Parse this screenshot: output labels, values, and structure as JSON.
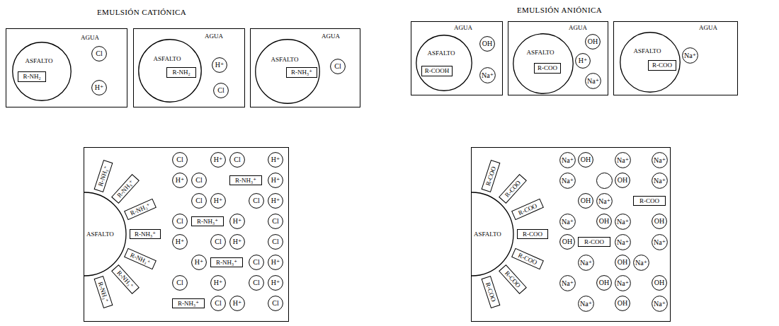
{
  "diagram": {
    "nodes": [
      {
        "text": [
          "AGUA"
        ]
      },
      {
        "text": [
          "ASFALTO"
        ],
        "in": 0
      },
      {
        "text": [
          "R-NH₂"
        ],
        "in": 1
      },
      {
        "text": [
          "Cl"
        ],
        "in": 0
      },
      {
        "text": [
          "H⁺"
        ],
        "in": 0
      },
      {
        "text": [
          "AGUA"
        ]
      },
      {
        "text": [
          "ASFALTO"
        ],
        "in": 5
      },
      {
        "text": [
          "R-NH₂"
        ],
        "in": 6
      },
      {
        "text": [
          "H⁺"
        ],
        "in": 5
      },
      {
        "text": [
          "Cl"
        ],
        "in": 5
      },
      {
        "text": [
          "AGUA"
        ]
      },
      {
        "text": [
          "ASFALTO"
        ],
        "in": 10
      },
      {
        "text": [
          "R-NH₃⁺"
        ],
        "in": 11
      },
      {
        "text": [
          "Cl"
        ],
        "in": 10
      },
      {
        "text": []
      },
      {
        "text": [
          "ASFALTO"
        ],
        "in": 14
      },
      {
        "text": [
          "R-NH₃⁺"
        ],
        "in": 14
      },
      {
        "text": [
          "R-NH₃⁺"
        ],
        "in": 14
      },
      {
        "text": [
          "R-NH₃⁺"
        ],
        "in": 14
      },
      {
        "text": [
          "R-NH₃⁺"
        ],
        "in": 14
      },
      {
        "text": [
          "R-NH₃⁺"
        ],
        "in": 14
      },
      {
        "text": [
          "R-NH₃⁺"
        ],
        "in": 14
      },
      {
        "text": [
          "R-NH₃⁺"
        ],
        "in": 14
      },
      {
        "text": [
          "Cl"
        ],
        "in": 14
      },
      {
        "text": [
          "H⁺"
        ],
        "in": 14
      },
      {
        "text": [
          "Cl"
        ],
        "in": 14
      },
      {
        "text": [
          "H⁺"
        ],
        "in": 14
      },
      {
        "text": [
          "H⁺"
        ],
        "in": 14
      },
      {
        "text": [
          "Cl"
        ],
        "in": 14
      },
      {
        "text": [
          "R-NH₃⁺"
        ],
        "in": 14
      },
      {
        "text": [
          "H⁺"
        ],
        "in": 14
      },
      {
        "text": [
          "Cl"
        ],
        "in": 14
      },
      {
        "text": [
          "H⁺"
        ],
        "in": 14
      },
      {
        "text": [
          "Cl"
        ],
        "in": 14
      },
      {
        "text": [
          "H⁺"
        ],
        "in": 14
      },
      {
        "text": [
          "Cl"
        ],
        "in": 14
      },
      {
        "text": [
          "R-NH₃⁺"
        ],
        "in": 14
      },
      {
        "text": [
          "H⁺"
        ],
        "in": 14
      },
      {
        "text": [
          "Cl"
        ],
        "in": 14
      },
      {
        "text": [
          "H⁺"
        ],
        "in": 14
      },
      {
        "text": [
          "Cl"
        ],
        "in": 14
      },
      {
        "text": [
          "H⁺"
        ],
        "in": 14
      },
      {
        "text": [
          "Cl"
        ],
        "in": 14
      },
      {
        "text": [
          "H⁺"
        ],
        "in": 14
      },
      {
        "text": [
          "R-NH₃⁺"
        ],
        "in": 14
      },
      {
        "text": [
          "Cl"
        ],
        "in": 14
      },
      {
        "text": [
          "H⁺"
        ],
        "in": 14
      },
      {
        "text": [
          "Cl"
        ],
        "in": 14
      },
      {
        "text": [
          "H⁺"
        ],
        "in": 14
      },
      {
        "text": [
          "Cl"
        ],
        "in": 14
      },
      {
        "text": [
          "H⁺"
        ],
        "in": 14
      },
      {
        "text": [
          "R-NH₃⁺"
        ],
        "in": 14
      },
      {
        "text": [
          "Cl"
        ],
        "in": 14
      },
      {
        "text": [
          "H⁺"
        ],
        "in": 14
      },
      {
        "text": [
          "Cl"
        ],
        "in": 14
      },
      {
        "text": [
          "AGUA"
        ]
      },
      {
        "text": [
          "ASFALTO"
        ],
        "in": 55
      },
      {
        "text": [
          "R-COOH"
        ],
        "in": 56
      },
      {
        "text": [
          "OH"
        ],
        "in": 55
      },
      {
        "text": [
          "Na⁺"
        ],
        "in": 55
      },
      {
        "text": [
          "AGUA"
        ]
      },
      {
        "text": [
          "ASFALTO"
        ],
        "in": 60
      },
      {
        "text": [
          "R-COO"
        ],
        "in": 61
      },
      {
        "text": [
          "H⁺"
        ],
        "in": 60
      },
      {
        "text": [
          "OH"
        ],
        "in": 60
      },
      {
        "text": [
          "Na⁺"
        ],
        "in": 60
      },
      {
        "text": [
          "AGUA"
        ]
      },
      {
        "text": [
          "ASFALTO"
        ],
        "in": 66
      },
      {
        "text": [
          "R-COO"
        ],
        "in": 67
      },
      {
        "text": [
          "Na⁺"
        ],
        "in": 66
      },
      {
        "text": []
      },
      {
        "text": [
          "ASFALTO"
        ],
        "in": 70
      },
      {
        "text": [
          "R-COO"
        ],
        "in": 70
      },
      {
        "text": [
          "R-COO"
        ],
        "in": 70
      },
      {
        "text": [
          "R-COO"
        ],
        "in": 70
      },
      {
        "text": [
          "R-COO"
        ],
        "in": 70
      },
      {
        "text": [
          "R-COO"
        ],
        "in": 70
      },
      {
        "text": [
          "R-COO"
        ],
        "in": 70
      },
      {
        "text": [
          "R-COO"
        ],
        "in": 70
      },
      {
        "text": [
          "Na⁺"
        ],
        "in": 70
      },
      {
        "text": [
          "OH"
        ],
        "in": 70
      },
      {
        "text": [
          "Na⁺"
        ],
        "in": 70
      },
      {
        "text": [
          "Na⁺"
        ],
        "in": 70
      },
      {
        "text": [
          "Na⁺"
        ],
        "in": 70
      },
      {
        "text": [
          "OH"
        ],
        "in": 70
      },
      {
        "text": [
          "Na⁺"
        ],
        "in": 70
      },
      {
        "text": [
          "OH"
        ],
        "in": 70
      },
      {
        "text": [
          "Na⁺"
        ],
        "in": 70
      },
      {
        "text": [
          "R-COO"
        ],
        "in": 70
      },
      {
        "text": [
          "Na⁺"
        ],
        "in": 70
      },
      {
        "text": [
          "OH"
        ],
        "in": 70
      },
      {
        "text": [
          "Na⁺"
        ],
        "in": 70
      },
      {
        "text": [
          "OH"
        ],
        "in": 70
      },
      {
        "text": [
          "OH"
        ],
        "in": 70
      },
      {
        "text": [
          "R-COO"
        ],
        "in": 70
      },
      {
        "text": [
          "Na⁺"
        ],
        "in": 70
      },
      {
        "text": [
          "Na⁺"
        ],
        "in": 70
      },
      {
        "text": [
          "Na⁺"
        ],
        "in": 70
      },
      {
        "text": [
          "OH"
        ],
        "in": 70
      },
      {
        "text": [
          "Na⁺"
        ],
        "in": 70
      },
      {
        "text": [
          "Na⁺"
        ],
        "in": 70
      },
      {
        "text": [
          "OH"
        ],
        "in": 70
      },
      {
        "text": [
          "Na⁺"
        ],
        "in": 70
      },
      {
        "text": [
          "OH"
        ],
        "in": 70
      },
      {
        "text": [
          "Na⁺"
        ],
        "in": 70
      },
      {
        "text": [
          "OH"
        ],
        "in": 70
      },
      {
        "text": [
          "Na⁺"
        ],
        "in": 70
      }
    ],
    "labels": [
      "EMULSIÓN CATIÓNICA",
      "EMULSIÓN ANIÓNICA"
    ]
  }
}
